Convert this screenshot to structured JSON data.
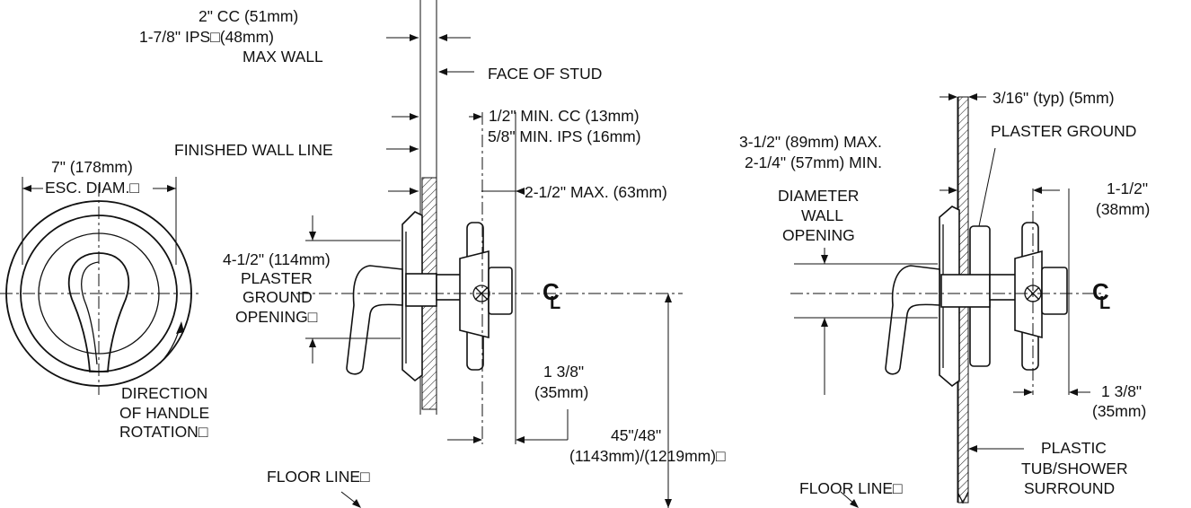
{
  "labels": {
    "cc_2in": "2\" CC (51mm)",
    "ips_max": "1-7/8\" IPS□(48mm)",
    "max_wall": "MAX WALL",
    "face_of_stud": "FACE OF STUD",
    "min_cc": "1/2\" MIN. CC (13mm)",
    "min_ips": "5/8\" MIN. IPS (16mm)",
    "finished_wall": "FINISHED WALL LINE",
    "esc_7in": "7\" (178mm)",
    "esc_diam": "ESC. DIAM.□",
    "max_2half": "2-1/2\" MAX. (63mm)",
    "plaster_dim": "4-1/2\" (114mm)",
    "plaster_1": "PLASTER",
    "plaster_2": "GROUND",
    "plaster_3": "OPENING□",
    "cl_left": "C",
    "cl_left_b": "L",
    "dir_1": "DIRECTION",
    "dir_2": "OF HANDLE",
    "dir_3": "ROTATION□",
    "dim_138_a": "1 3/8\"",
    "dim_35_a": "(35mm)",
    "height_1": "45\"/48\"",
    "height_2": "(1143mm)/(1219mm)□",
    "floor_left": "FLOOR LINE□",
    "typ_316": "3/16\" (typ) (5mm)",
    "plaster_ground": "PLASTER GROUND",
    "max_312": "3-1/2\" (89mm) MAX.",
    "min_214": "2-1/4\" (57mm) MIN.",
    "diam_1": "DIAMETER",
    "diam_2": "WALL",
    "diam_3": "OPENING",
    "dim_112": "1-1/2\"",
    "dim_38": "(38mm)",
    "cl_right": "C",
    "cl_right_b": "L",
    "dim_138_b": "1 3/8\"",
    "dim_35_b": "(35mm)",
    "plastic_1": "PLASTIC",
    "plastic_2": "TUB/SHOWER",
    "plastic_3": "SURROUND",
    "floor_right": "FLOOR LINE□"
  }
}
